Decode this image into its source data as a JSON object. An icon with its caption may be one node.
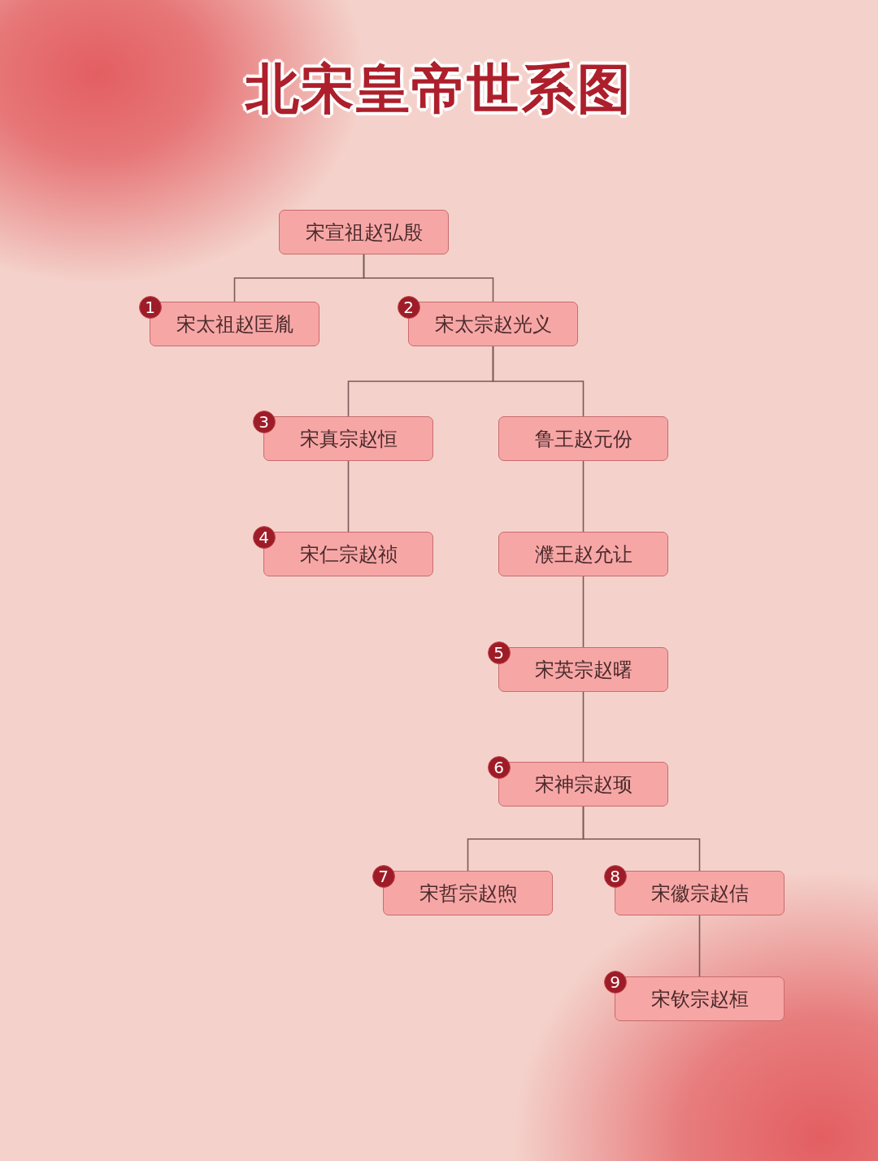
{
  "diagram": {
    "title": "北宋皇帝世系图",
    "nodes": [
      {
        "text": [
          "宋宣祖赵弘殷"
        ]
      },
      {
        "text": [
          "1",
          "宋太祖赵匡胤"
        ]
      },
      {
        "text": [
          "2",
          "宋太宗赵光义"
        ]
      },
      {
        "text": [
          "3",
          "宋真宗赵恒"
        ]
      },
      {
        "text": [
          "鲁王赵元份"
        ]
      },
      {
        "text": [
          "4",
          "宋仁宗赵祯"
        ]
      },
      {
        "text": [
          "濮王赵允让"
        ]
      },
      {
        "text": [
          "5",
          "宋英宗赵曙"
        ]
      },
      {
        "text": [
          "6",
          "宋神宗赵顼"
        ]
      },
      {
        "text": [
          "7",
          "宋哲宗赵煦"
        ]
      },
      {
        "text": [
          "8",
          "宋徽宗赵佶"
        ]
      },
      {
        "text": [
          "9",
          "宋钦宗赵桓"
        ]
      }
    ],
    "edges": [
      {
        "from": 0,
        "to": 1,
        "arrow": "none"
      },
      {
        "from": 0,
        "to": 2,
        "arrow": "none"
      },
      {
        "from": 2,
        "to": 3,
        "arrow": "none"
      },
      {
        "from": 2,
        "to": 4,
        "arrow": "none"
      },
      {
        "from": 3,
        "to": 5,
        "arrow": "none"
      },
      {
        "from": 4,
        "to": 6,
        "arrow": "none"
      },
      {
        "from": 6,
        "to": 7,
        "arrow": "none"
      },
      {
        "from": 7,
        "to": 8,
        "arrow": "none"
      },
      {
        "from": 8,
        "to": 9,
        "arrow": "none"
      },
      {
        "from": 8,
        "to": 10,
        "arrow": "none"
      },
      {
        "from": 10,
        "to": 11,
        "arrow": "none"
      }
    ]
  }
}
